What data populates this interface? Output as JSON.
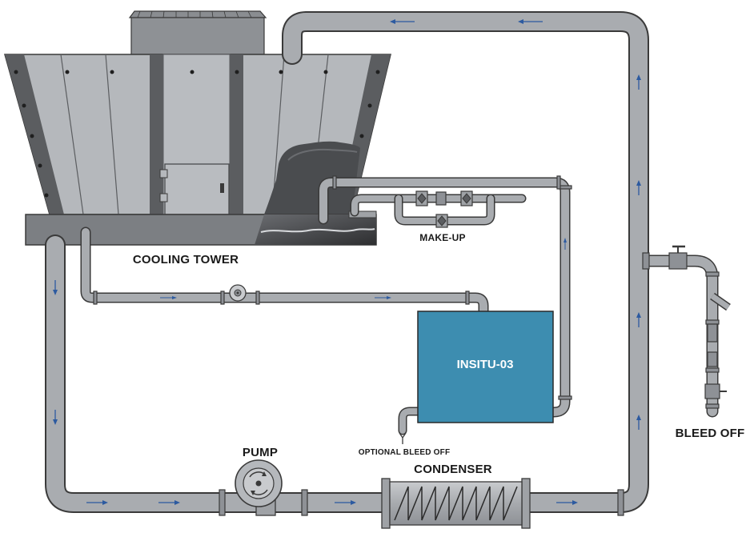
{
  "labels": {
    "cooling_tower": "COOLING TOWER",
    "make_up": "MAKE-UP",
    "unit": "INSITU-03",
    "optional_bleed_off": "OPTIONAL BLEED OFF",
    "pump": "PUMP",
    "condenser": "CONDENSER",
    "bleed_off": "BLEED OFF"
  },
  "colors": {
    "pipe_fill": "#a9acb0",
    "pipe_outline": "#3a3a3a",
    "tower_body": "#b5b8bc",
    "tower_trim": "#5b5d60",
    "unit_fill": "#3d8db0",
    "flow_arrow": "#2c5aa0"
  },
  "icons": {
    "flow_direction": "arrow-icon",
    "valve": "valve-icon",
    "fan": "fan-icon",
    "pump": "pump-icon"
  }
}
